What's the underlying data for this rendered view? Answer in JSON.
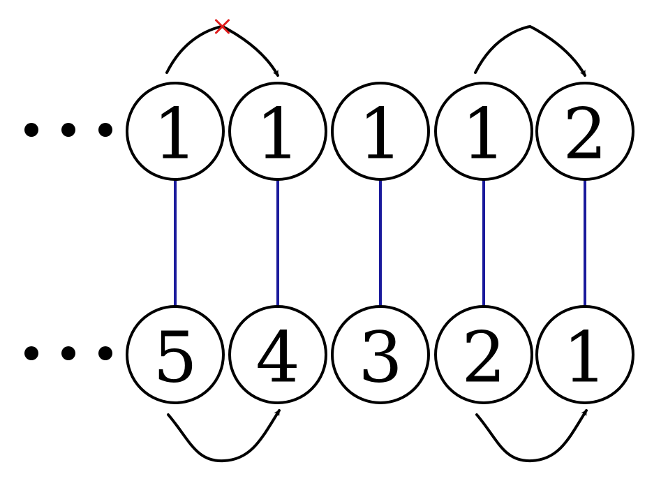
{
  "top_row": [
    "1",
    "1",
    "1",
    "1",
    "2"
  ],
  "bottom_row": [
    "5",
    "4",
    "3",
    "2",
    "1"
  ],
  "colors": {
    "circle_stroke": "#000000",
    "link_line": "#1a1a9c",
    "arrow": "#000000",
    "blocked_marker": "#e01b1b"
  },
  "arrows": {
    "top": [
      {
        "from_index": 0,
        "to_index": 1,
        "blocked": true
      },
      {
        "from_index": 3,
        "to_index": 4,
        "blocked": false
      }
    ],
    "bottom": [
      {
        "from_index": 0,
        "to_index": 1,
        "blocked": false
      },
      {
        "from_index": 3,
        "to_index": 4,
        "blocked": false
      }
    ]
  }
}
